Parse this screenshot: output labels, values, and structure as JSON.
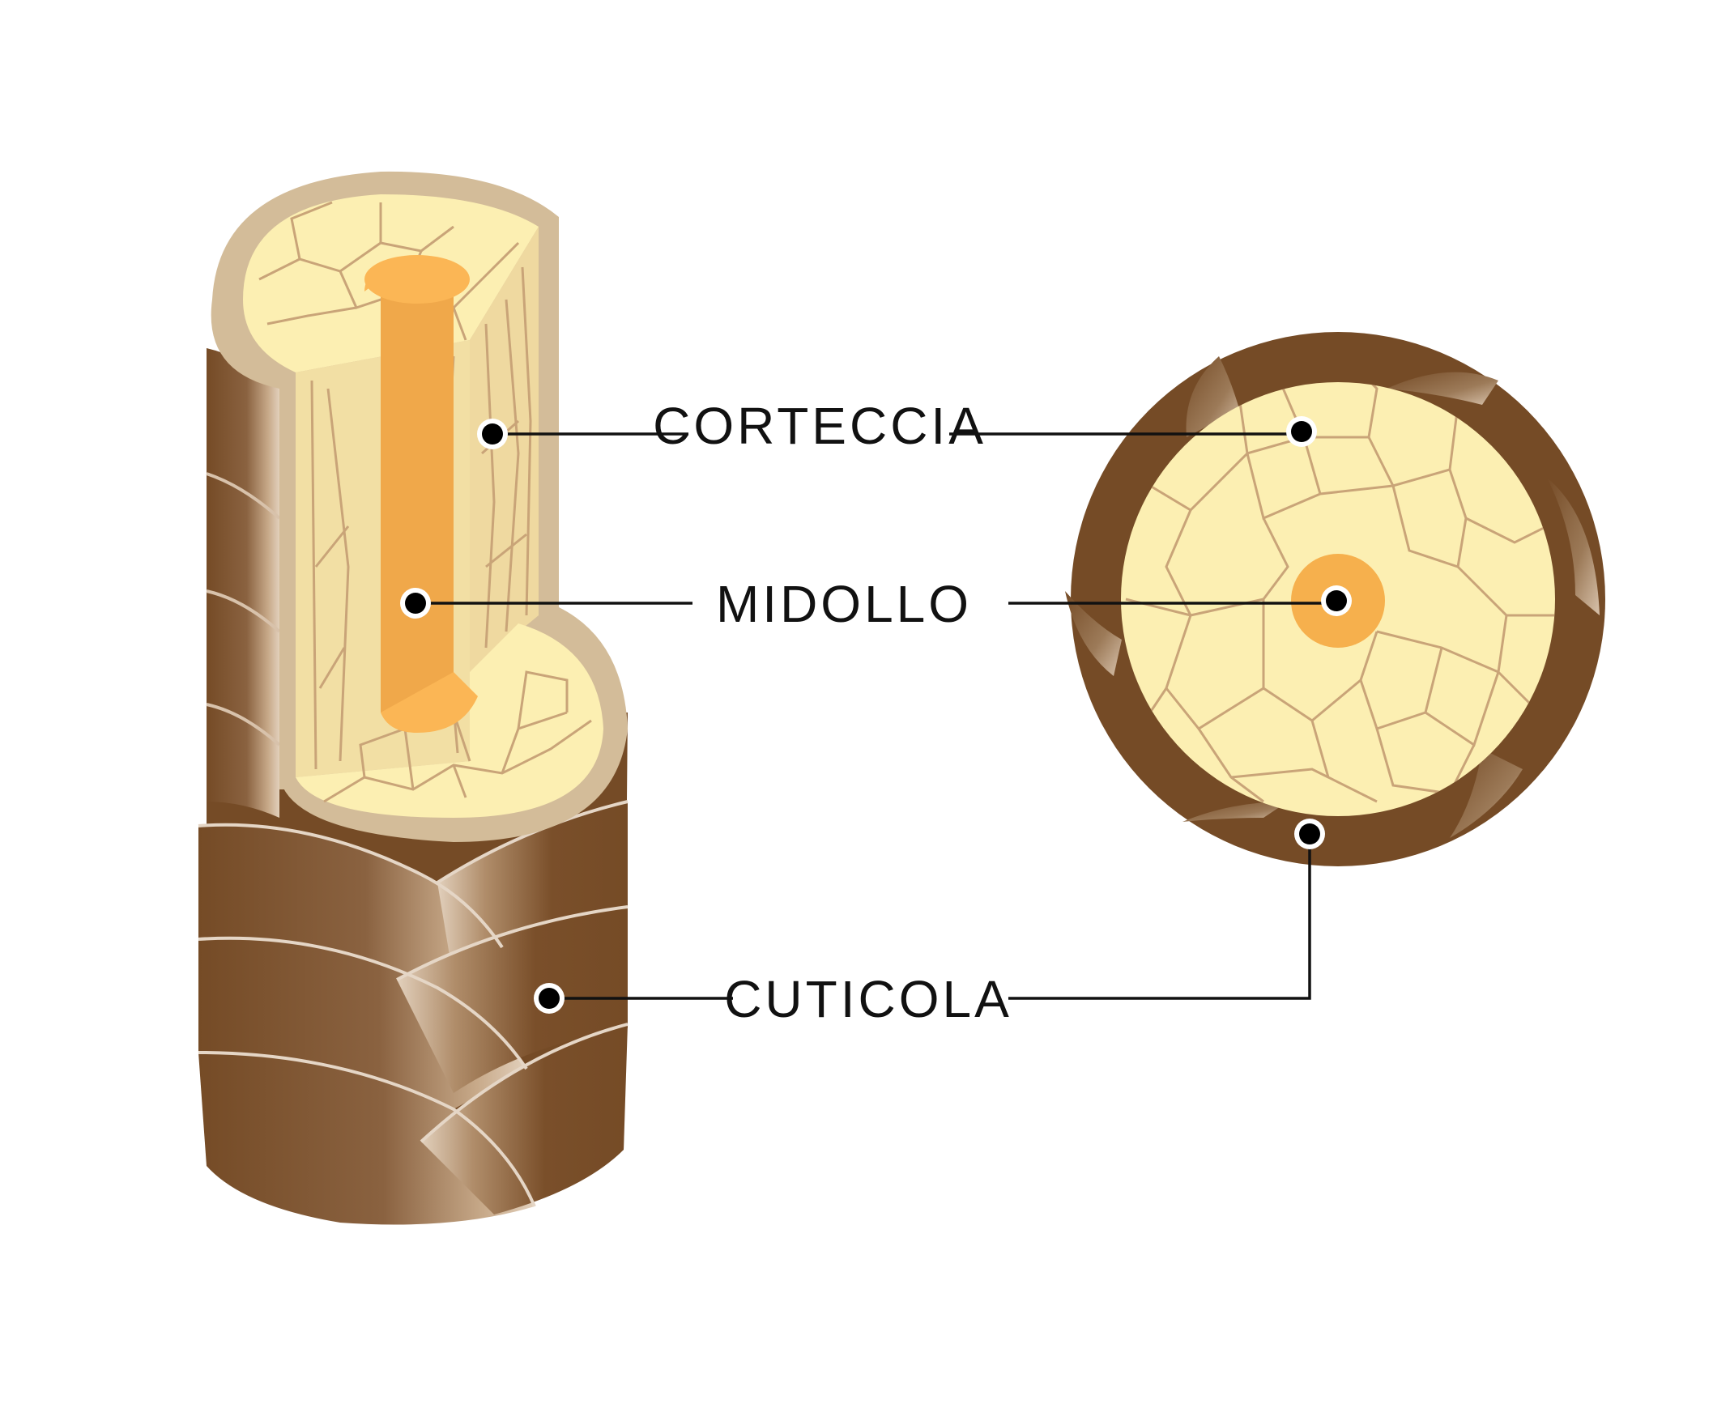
{
  "labels": {
    "cortex": "CORTECCIA",
    "medulla": "MIDOLLO",
    "cuticle": "CUTICOLA"
  },
  "colors": {
    "cuticle_dark": "#754b26",
    "cuticle_light": "#c8aa8a",
    "cortex_fill": "#fcefb2",
    "cortex_cut": "#f2dfa4",
    "cortex_rim": "#d3bc99",
    "cell_lines": "#c9a478",
    "medulla": "#f0a84a",
    "medulla_top": "#fbb655",
    "marker": "#000000",
    "leader": "#111111"
  }
}
